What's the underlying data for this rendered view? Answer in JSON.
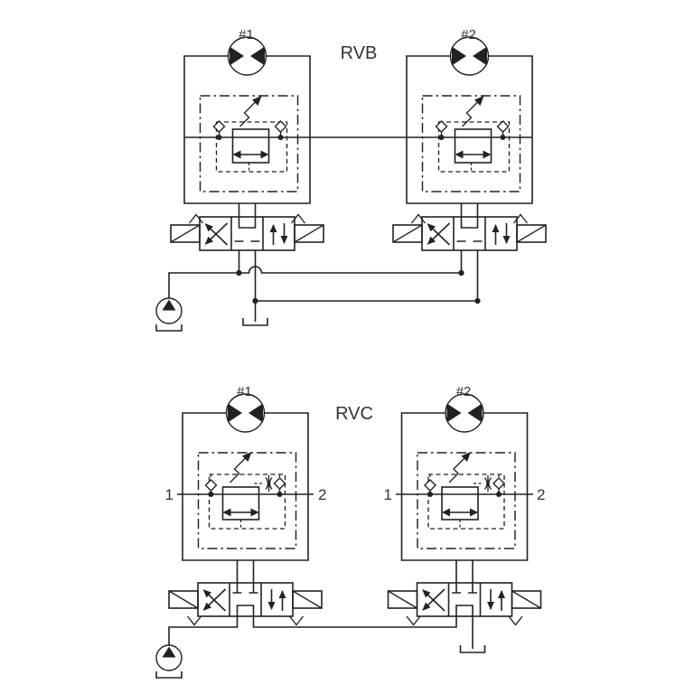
{
  "diagram": {
    "title": "hydraulic-motor-relief-valve-circuits",
    "colors": {
      "line": "#222222",
      "label": "#333333",
      "background": "#ffffff"
    },
    "sections": [
      {
        "label": "RVB",
        "circuits": [
          {
            "motor_label": "#1"
          },
          {
            "motor_label": "#2"
          }
        ]
      },
      {
        "label": "RVC",
        "circuits": [
          {
            "motor_label": "#1",
            "port_left": "1",
            "port_right": "2"
          },
          {
            "motor_label": "#2",
            "port_left": "1",
            "port_right": "2"
          }
        ]
      }
    ]
  }
}
